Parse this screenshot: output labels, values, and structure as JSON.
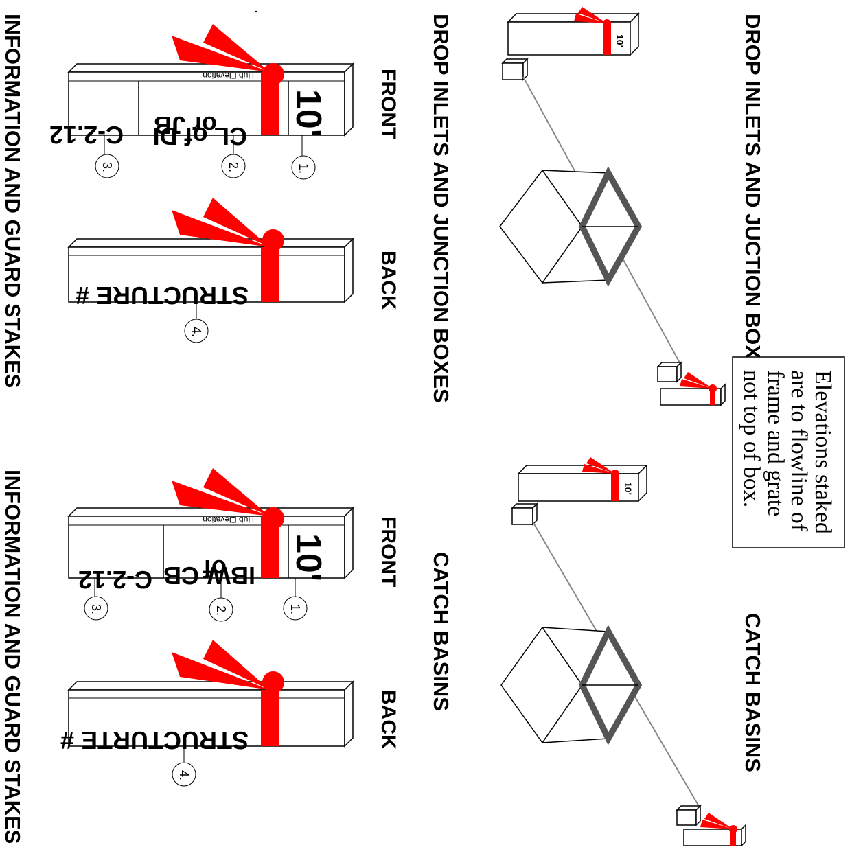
{
  "sections": {
    "top_left_title": "DROP INLETS AND JUCTION BOXES",
    "top_right_title": "CATCH BASINS",
    "bottom_left_title": "DROP INLETS AND JUNCTION BOXES",
    "bottom_right_title": "CATCH BASINS",
    "guard_stakes_left": "INFORMATION AND GUARD STAKES",
    "guard_stakes_right": "INFORMATION AND GUARD STAKES"
  },
  "note": {
    "lines": [
      "Elevations staked",
      "are to flowline of",
      "frame and grate",
      "not top of box."
    ]
  },
  "stake_tag": "10'",
  "di_stake": {
    "front_label": "FRONT",
    "back_label": "BACK",
    "cut": "10'",
    "location_line1": "CL of DI",
    "location_line2": "or JB",
    "station": "C-2.12",
    "hub": "Hub Elevation",
    "back_text": "STRUCTURE #",
    "callouts": [
      "1.",
      "2.",
      "3.",
      "4."
    ]
  },
  "cb_stake": {
    "front_label": "FRONT",
    "back_label": "BACK",
    "cut": "10'",
    "location_line1": "IBW",
    "location_line2": "of",
    "location_line3": "CB",
    "station": "C-2.12",
    "hub": "Hub Elevation",
    "back_text": "STRUCTURTE #",
    "callouts": [
      "1.",
      "2.",
      "3.",
      "4."
    ]
  },
  "colors": {
    "flag": "#ff0000",
    "line": "#000000",
    "grate": "#555555",
    "string": "#888888"
  }
}
